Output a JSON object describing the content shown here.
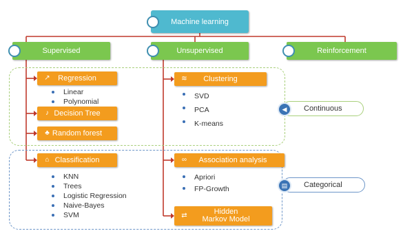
{
  "root": {
    "label": "Machine learning",
    "icon": "gears-icon"
  },
  "categories": {
    "supervised": {
      "label": "Supervised",
      "icon": "search-icon"
    },
    "unsupervised": {
      "label": "Unsupervised",
      "icon": "pen-icon"
    },
    "reinforcement": {
      "label": "Reinforcement",
      "icon": "globe-icon"
    }
  },
  "algorithms": {
    "regression": {
      "label": "Regression",
      "icon": "chart-line-icon",
      "items": [
        "Linear",
        "Polynomial"
      ]
    },
    "decision_tree": {
      "label": "Decision Tree",
      "icon": "bell-icon"
    },
    "random_forest": {
      "label": "Random forest",
      "icon": "tree-icon"
    },
    "classification": {
      "label": "Classification",
      "icon": "hierarchy-icon",
      "items": [
        "KNN",
        "Trees",
        "Logistic Regression",
        "Naive-Bayes",
        "SVM"
      ]
    },
    "clustering": {
      "label": "Clustering",
      "icon": "layers-icon",
      "items": [
        "SVD",
        "PCA",
        "K-means"
      ]
    },
    "association": {
      "label": "Association analysis",
      "icon": "link-icon",
      "items": [
        "Apriori",
        "FP-Growth"
      ]
    },
    "hmm": {
      "label_line1": "Hidden",
      "label_line2": "Markov Model",
      "icon": "arrows-icon"
    }
  },
  "data_types": {
    "continuous": {
      "label": "Continuous",
      "icon": "megaphone-icon"
    },
    "categorical": {
      "label": "Categorical",
      "icon": "book-icon"
    }
  },
  "colors": {
    "root": "#4fb9cf",
    "category": "#7bc74f",
    "algorithm": "#f39c1e",
    "connector": "#c0392b",
    "continuous_border": "#a8cf7a",
    "categorical_border": "#6c95c8"
  }
}
